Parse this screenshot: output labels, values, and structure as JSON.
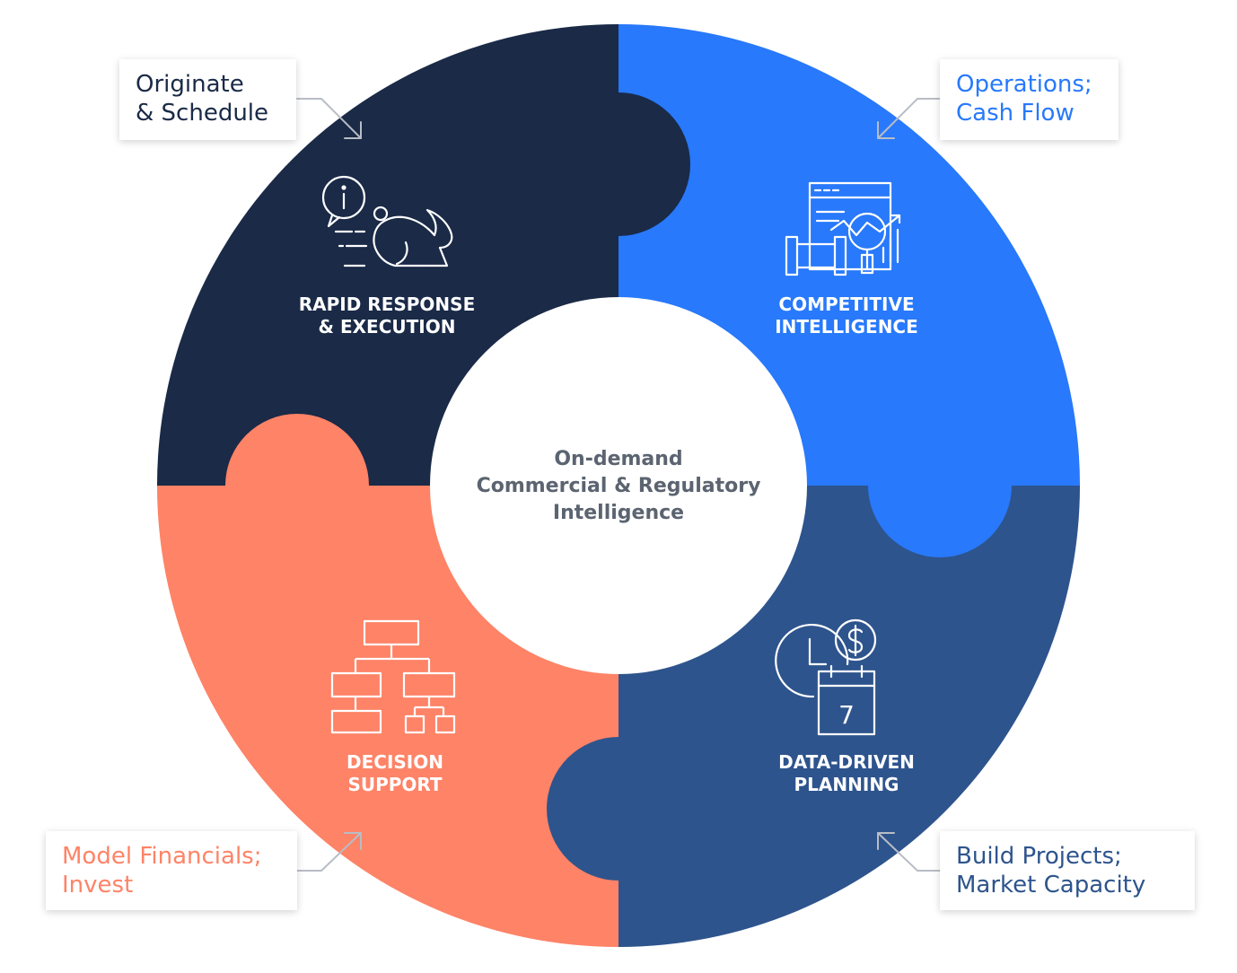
{
  "center": {
    "lines": [
      "On-demand",
      "Commercial & Regulatory",
      "Intelligence"
    ],
    "color": "#5b6470"
  },
  "segments": [
    {
      "id": "rapid",
      "title_lines": [
        "RAPID RESPONSE",
        "& EXECUTION"
      ],
      "icon": "rabbit-speed-info-icon",
      "color": "#1a2a47"
    },
    {
      "id": "competitive",
      "title_lines": [
        "COMPETITIVE",
        "INTELLIGENCE"
      ],
      "icon": "pipeline-analytics-icon",
      "color": "#2879fb"
    },
    {
      "id": "decision",
      "title_lines": [
        "DECISION",
        "SUPPORT"
      ],
      "icon": "flowchart-icon",
      "color": "#fe8367"
    },
    {
      "id": "planning",
      "title_lines": [
        "DATA-DRIVEN",
        "PLANNING"
      ],
      "icon": "clock-calendar-dollar-icon",
      "color": "#2e548d",
      "calendar_day": "7"
    }
  ],
  "callouts": [
    {
      "id": "tl",
      "lines": [
        "Originate",
        "& Schedule"
      ],
      "color": "#1a2a47"
    },
    {
      "id": "tr",
      "lines": [
        "Operations;",
        "Cash Flow"
      ],
      "color": "#2879fb"
    },
    {
      "id": "bl",
      "lines": [
        "Model Financials;",
        "Invest"
      ],
      "color": "#fe8367"
    },
    {
      "id": "br",
      "lines": [
        "Build Projects;",
        "Market Capacity"
      ],
      "color": "#2e548d"
    }
  ],
  "icons": [
    "arrow-icon"
  ]
}
